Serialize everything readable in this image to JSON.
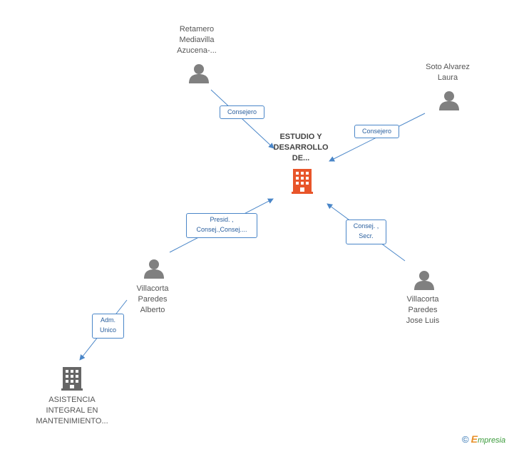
{
  "nodes": {
    "company_main": {
      "label": "ESTUDIO Y\nDESARROLLO\nDE...",
      "icon": "building-icon",
      "color": "#e8552a"
    },
    "person_retamero": {
      "label": "Retamero\nMediavilla\nAzucena-...",
      "icon": "person-icon"
    },
    "person_soto": {
      "label": "Soto Alvarez\nLaura",
      "icon": "person-icon"
    },
    "person_alberto": {
      "label": "Villacorta\nParedes\nAlberto",
      "icon": "person-icon"
    },
    "person_joseluis": {
      "label": "Villacorta\nParedes\nJose Luis",
      "icon": "person-icon"
    },
    "company_asistencia": {
      "label": "ASISTENCIA\nINTEGRAL EN\nMANTENIMIENTO...",
      "icon": "building-icon",
      "color": "#666666"
    }
  },
  "relations": {
    "retamero": "Consejero",
    "soto": "Consejero",
    "alberto": "Presid. ,\nConsej.,Consej....",
    "joseluis": "Consej. ,\nSecr.",
    "asistencia": "Adm.\nUnico"
  },
  "colors": {
    "edge": "#4a86c8",
    "person": "#808080",
    "main_company": "#e8552a",
    "other_company": "#666666"
  },
  "footer": {
    "copyright": "©",
    "brand_initial": "E",
    "brand_rest": "mpresia"
  }
}
